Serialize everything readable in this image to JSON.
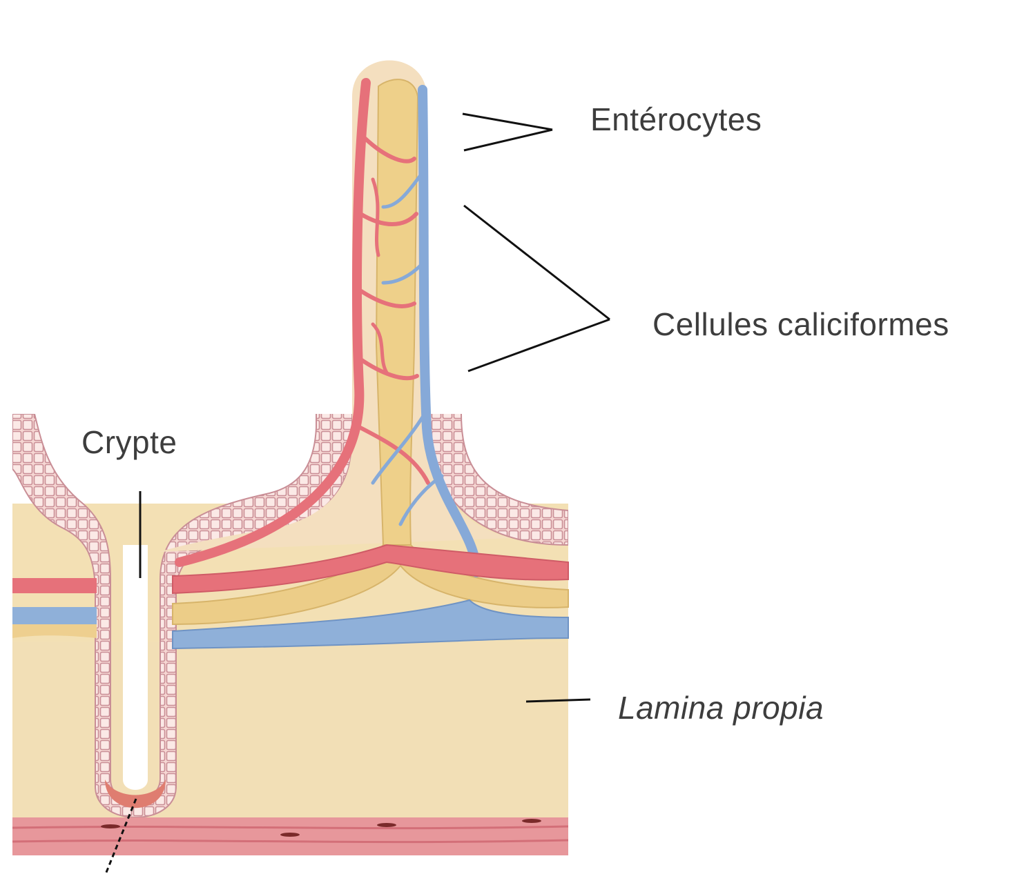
{
  "labels": {
    "enterocytes": "Entérocytes",
    "goblet_cells": "Cellules  caliciformes",
    "crypt": "Crypte",
    "lamina_propria": "Lamina propia"
  },
  "colors": {
    "tissue": "#f3e0b4",
    "epithelium": "#f6d6d2",
    "epithelium_outline": "#c98e96",
    "artery": "#e7727a",
    "vein": "#86a9d8",
    "lacteal": "#eccf8a",
    "muscle": "#e6949a",
    "leader_line": "#111111",
    "text": "#3d3d3d"
  }
}
